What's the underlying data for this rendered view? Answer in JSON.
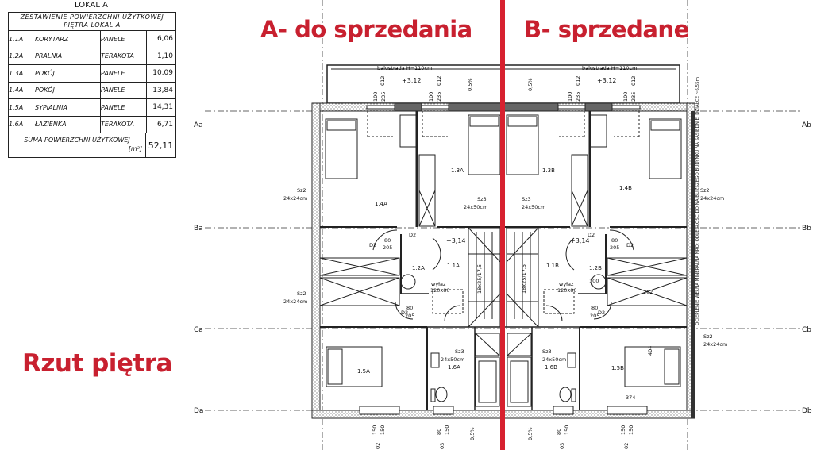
{
  "headings": {
    "a": "A- do sprzedania",
    "b": "B- sprzedane",
    "floor": "Rzut piętra"
  },
  "table": {
    "title": "LOKAL A",
    "header_line1": "ZESTAWIENIE POWIERZCHNI UŻYTKOWEJ",
    "header_line2": "PIĘTRA LOKAL A",
    "rows": [
      {
        "code": "1.1A",
        "name": "KORYTARZ",
        "floor": "PANELE",
        "area": "6,06"
      },
      {
        "code": "1.2A",
        "name": "PRALNIA",
        "floor": "TERAKOTA",
        "area": "1,10"
      },
      {
        "code": "1.3A",
        "name": "POKÓJ",
        "floor": "PANELE",
        "area": "10,09"
      },
      {
        "code": "1.4A",
        "name": "POKÓJ",
        "floor": "PANELE",
        "area": "13,84"
      },
      {
        "code": "1.5A",
        "name": "SYPIALNIA",
        "floor": "PANELE",
        "area": "14,31"
      },
      {
        "code": "1.6A",
        "name": "ŁAZIENKA",
        "floor": "TERAKOTA",
        "area": "6,71"
      }
    ],
    "sum_label": "SUMA POWIERZCHNI UŻYTKOWEJ",
    "sum_unit": "[m²]",
    "sum_value": "52,11"
  },
  "plan": {
    "grid_left": [
      "Aa",
      "Ba",
      "Ca",
      "Da"
    ],
    "grid_right": [
      "Ab",
      "Bb",
      "Cb",
      "Db"
    ],
    "balustrade": "balustrada H=110cm",
    "level_balcony": "+3,12",
    "level_hall": "+3,14",
    "slope": "0,5%",
    "rooms_a": [
      "1.1A",
      "1.2A",
      "1.3A",
      "1.4A",
      "1.5A",
      "1.6A"
    ],
    "rooms_b": [
      "1.1B",
      "1.2B",
      "1.3B",
      "1.4B",
      "1.5B",
      "1.6B"
    ],
    "vent_sz2": "Sz2",
    "vent_sz2_size": "24x24cm",
    "vent_sz3": "Sz3",
    "vent_sz3_size": "24x50cm",
    "door_tag": "D2",
    "window_012": "012",
    "window_02": "02",
    "window_03": "03",
    "dim_100": "100",
    "dim_235": "235",
    "dim_80": "80",
    "dim_205": "205",
    "dim_150": "150",
    "hatch": "wyłaz",
    "hatch_size": "120x80",
    "stairs": "18x25/17,5",
    "dim_262": "262",
    "dim_404": "404",
    "dim_374": "374",
    "wall_note": "OCIEPLENIE WEŁNĄ MINERALNĄ NRO; ODLEGŁOŚĆ DO NAJBLIŻSZEGO BUDYNKU NA SĄSIEDNIEJ DZIAŁCE ~6,55m"
  },
  "colors": {
    "accent": "#c8202f",
    "divider": "#d7212f"
  }
}
